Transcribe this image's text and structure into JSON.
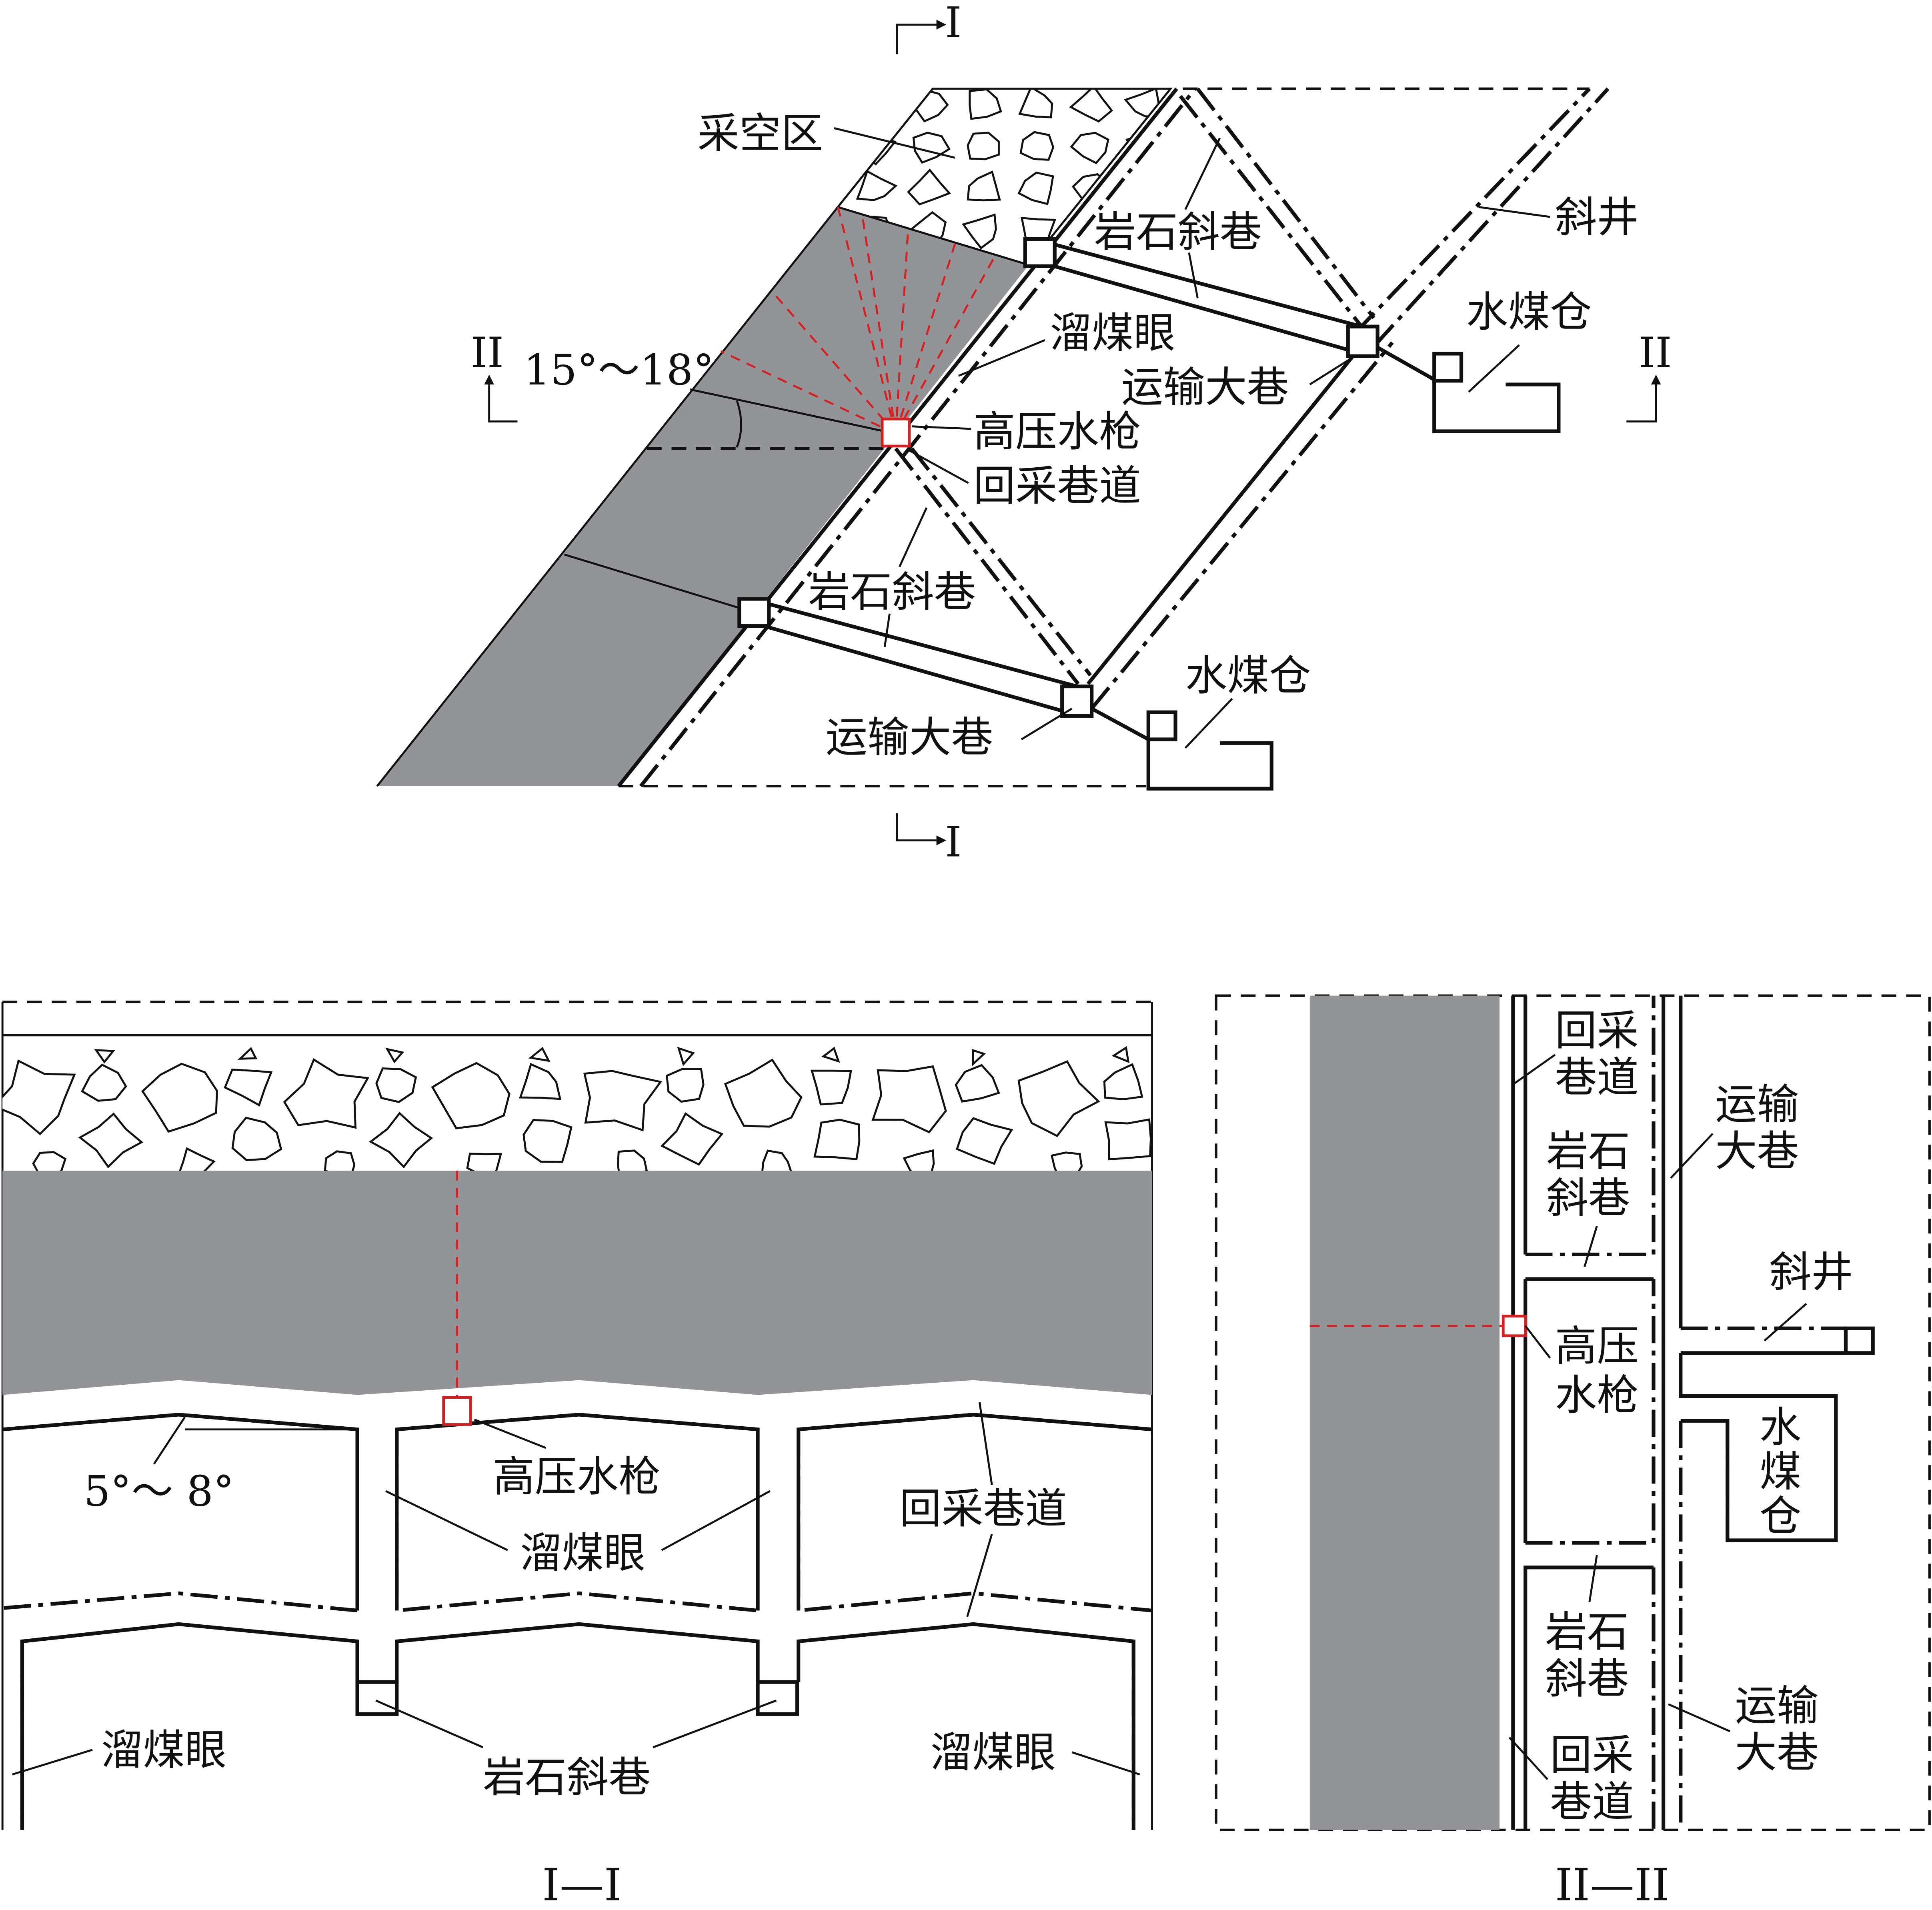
{
  "colors": {
    "coal": "#939497",
    "highlight": "#d42020",
    "line": "#111111"
  },
  "plan": {
    "section_mark_I_top": "I",
    "section_mark_I_bottom": "I",
    "section_mark_II_left": "II",
    "section_mark_II_right": "II",
    "goaf": "采空区",
    "rock_incline_upper": "岩石斜巷",
    "inclined_shaft": "斜井",
    "water_coal_bin_upper": "水煤仓",
    "coal_chute": "溜煤眼",
    "haulage_roadway_upper": "运输大巷",
    "angle": "15°～18°",
    "water_gun": "高压水枪",
    "mining_roadway": "回采巷道",
    "rock_incline_lower": "岩石斜巷",
    "water_coal_bin_lower": "水煤仓",
    "haulage_roadway_lower": "运输大巷"
  },
  "section_I": {
    "angle": "5°～ 8°",
    "water_gun": "高压水枪",
    "coal_chute_mid": "溜煤眼",
    "mining_roadway": "回采巷道",
    "coal_chute_left": "溜煤眼",
    "rock_incline": "岩石斜巷",
    "coal_chute_right": "溜煤眼",
    "caption": "I—I"
  },
  "section_II": {
    "mining_roadway_top": [
      "回采",
      "巷道"
    ],
    "rock_incline_top": [
      "岩石",
      "斜巷"
    ],
    "haulage_roadway_top": [
      "运输",
      "大巷"
    ],
    "inclined_shaft": "斜井",
    "water_gun": [
      "高压",
      "水枪"
    ],
    "water_coal_bin": [
      "水",
      "煤",
      "仓"
    ],
    "rock_incline_bottom": [
      "岩石",
      "斜巷"
    ],
    "mining_roadway_bottom": [
      "回采",
      "巷道"
    ],
    "haulage_roadway_bottom": [
      "运输",
      "大巷"
    ],
    "caption": "II—II"
  }
}
